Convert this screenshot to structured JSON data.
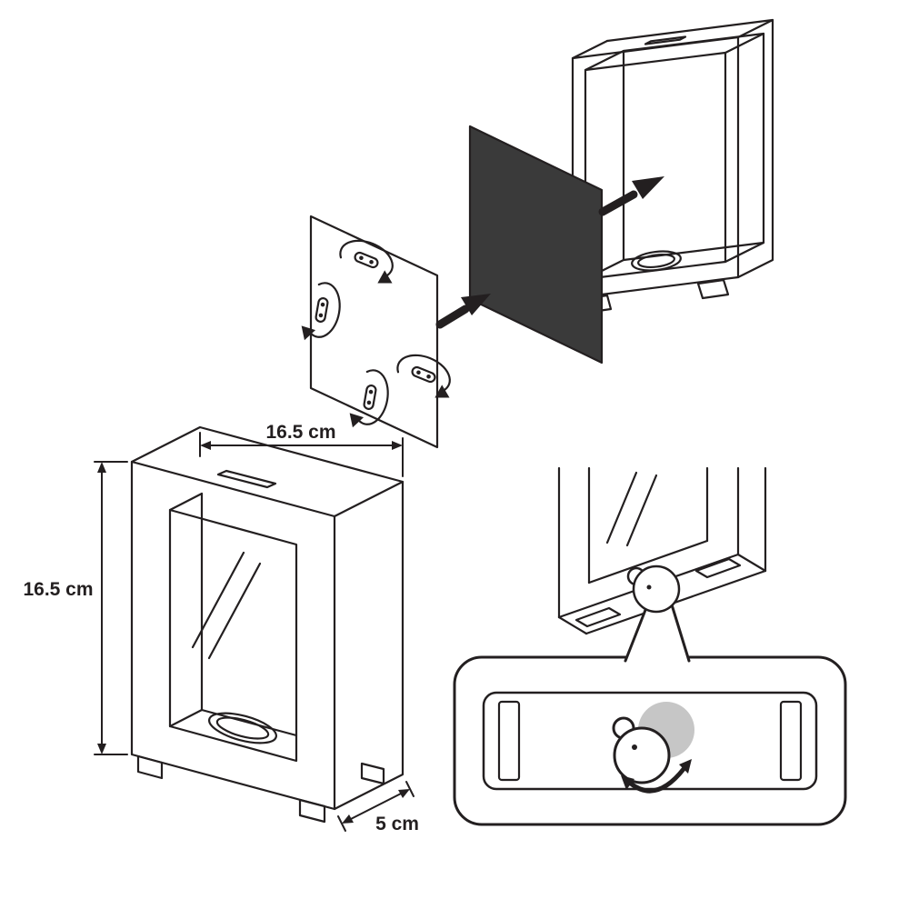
{
  "diagram": {
    "type": "product-assembly-instructions",
    "subject": "shadow-box money frame: exploded assembly, front view with dimensions, bottom latch detail",
    "dimensions": {
      "width_label": "16.5 cm",
      "height_label": "16.5 cm",
      "depth_label": "5 cm"
    },
    "colors": {
      "line": "#231f20",
      "panel_dark": "#3a3a3a",
      "latch_highlight": "#c6c6c6",
      "background": "#ffffff"
    },
    "icons": {
      "insertion-arrow-icon": "filled-triangle-arrow",
      "rotation-arrow-icon": "elliptical-arc-arrow",
      "clip-icon": "turn-clip-fastener",
      "latch-icon": "cam-latch-disc",
      "coin-slot-icon": "top-slot",
      "coin-hole-icon": "oval-hole"
    }
  }
}
